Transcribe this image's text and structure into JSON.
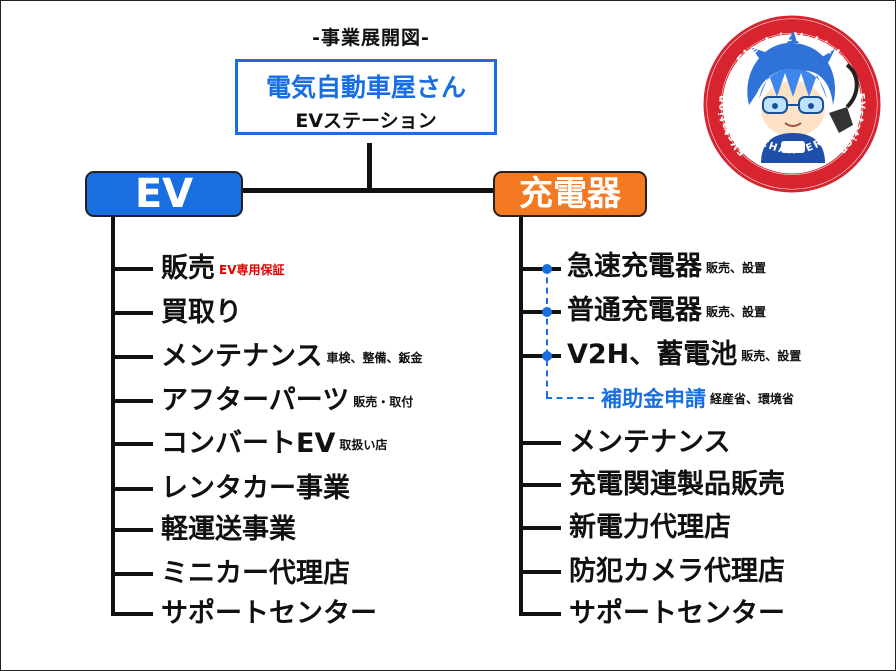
{
  "title": "-事業展開図-",
  "company": {
    "name": "電気自動車屋さん",
    "subtitle": "EVステーション"
  },
  "ev": {
    "label": "EV",
    "color": "#1a6fe0",
    "items": [
      {
        "label": "販売",
        "note": "EV専用保証"
      },
      {
        "label": "買取り",
        "note": ""
      },
      {
        "label": "メンテナンス",
        "note": "車検、整備、鈑金"
      },
      {
        "label": "アフターパーツ",
        "note": "販売・取付"
      },
      {
        "label": "コンバートEV",
        "note": "取扱い店"
      },
      {
        "label": "レンタカー事業",
        "note": ""
      },
      {
        "label": "軽運送事業",
        "note": ""
      },
      {
        "label": "ミニカー代理店",
        "note": ""
      },
      {
        "label": "サポートセンター",
        "note": ""
      }
    ]
  },
  "charger": {
    "label": "充電器",
    "color": "#f47920",
    "items": [
      {
        "label": "急速充電器",
        "note": "販売、設置"
      },
      {
        "label": "普通充電器",
        "note": "販売、設置"
      },
      {
        "label": "V2H、蓄電池",
        "note": "販売、設置"
      },
      {
        "label": "メンテナンス",
        "note": ""
      },
      {
        "label": "充電関連製品販売",
        "note": ""
      },
      {
        "label": "新電力代理店",
        "note": ""
      },
      {
        "label": "防犯カメラ代理店",
        "note": ""
      },
      {
        "label": "サポートセンター",
        "note": ""
      }
    ],
    "subsidy": {
      "label": "補助金申請",
      "note": "経産省、環境省"
    }
  },
  "logo": {
    "top_text": "ElectricVehicle",
    "left_text": "EVstation",
    "right_text": "EVstation",
    "bottom_text": "CHARGER"
  }
}
